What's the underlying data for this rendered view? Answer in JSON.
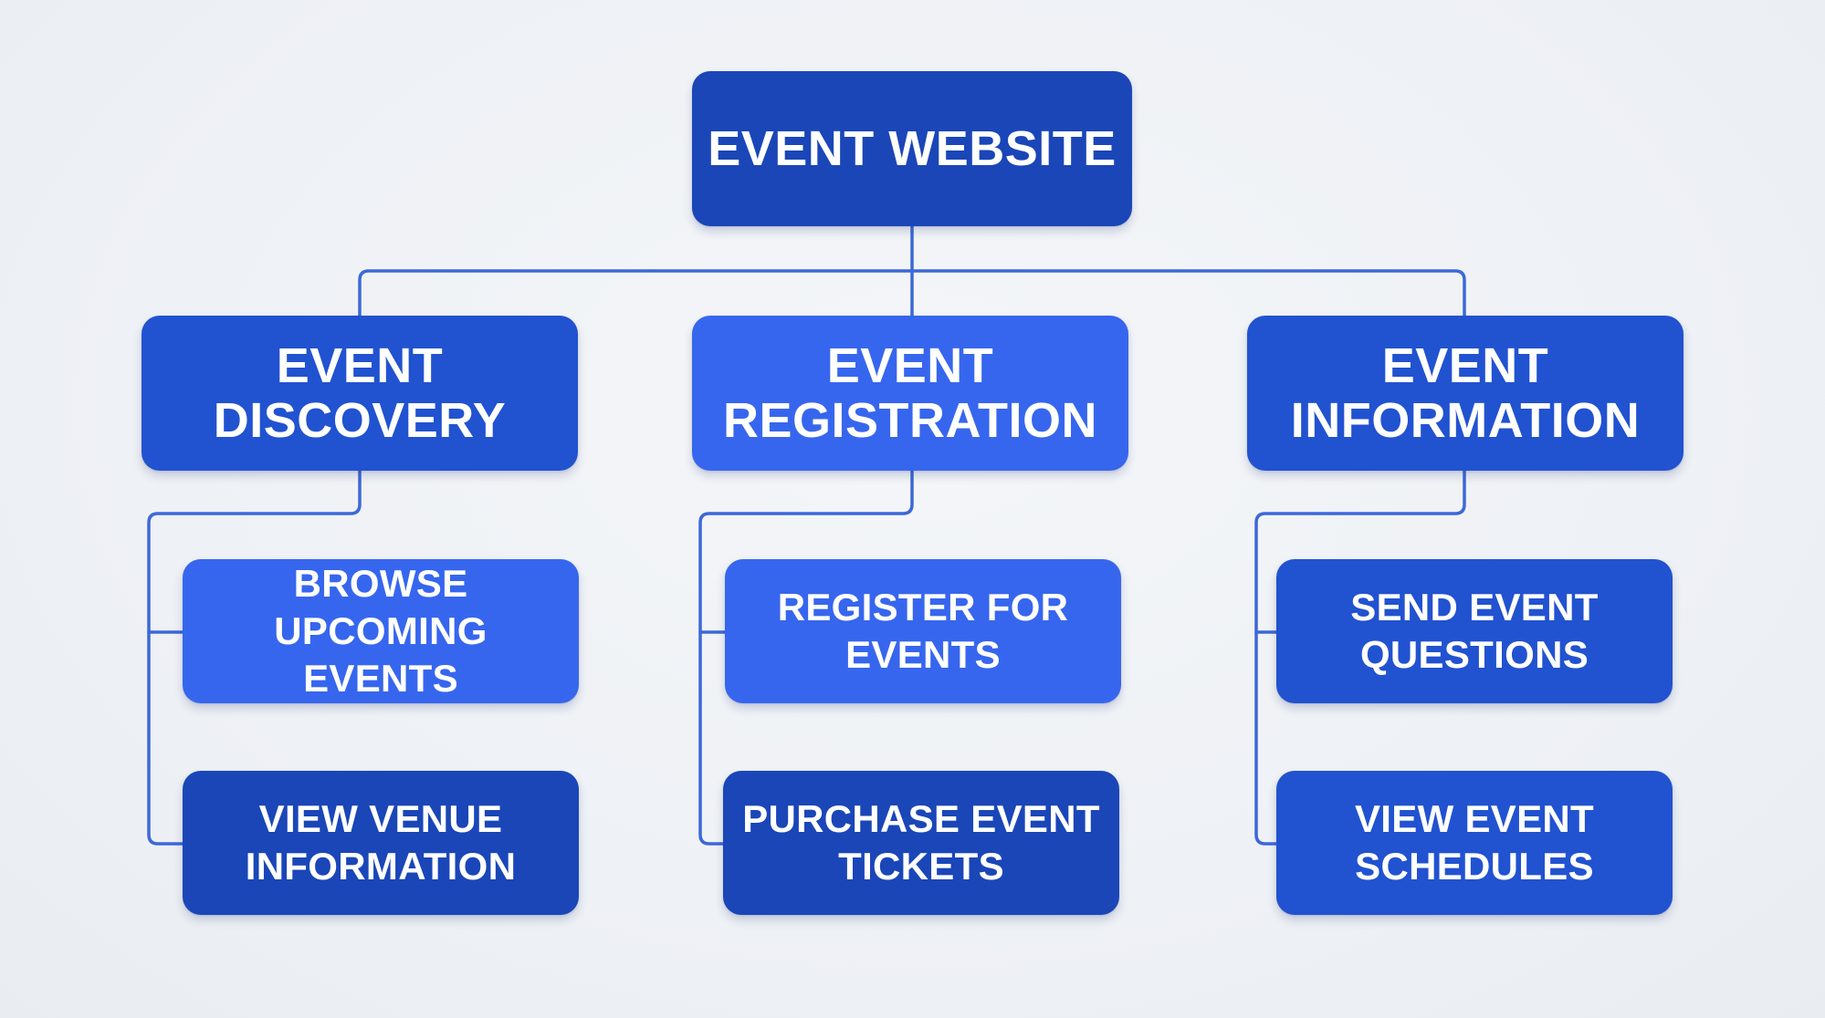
{
  "root": {
    "label": "EVENT WEBSITE"
  },
  "categories": [
    {
      "label": "EVENT\nDISCOVERY",
      "children": [
        {
          "label": "BROWSE UPCOMING\nEVENTS"
        },
        {
          "label": "VIEW VENUE\nINFORMATION"
        }
      ]
    },
    {
      "label": "EVENT\nREGISTRATION",
      "children": [
        {
          "label": "REGISTER FOR\nEVENTS"
        },
        {
          "label": "PURCHASE EVENT\nTICKETS"
        }
      ]
    },
    {
      "label": "EVENT\nINFORMATION",
      "children": [
        {
          "label": "SEND EVENT\nQUESTIONS"
        },
        {
          "label": "VIEW EVENT\nSCHEDULES"
        }
      ]
    }
  ],
  "colors": {
    "node_dark": "#1a46b8",
    "node_mid": "#2152d0",
    "node_bright": "#3766ee",
    "connector": "#3d68d8",
    "background": "#eef1f5"
  }
}
